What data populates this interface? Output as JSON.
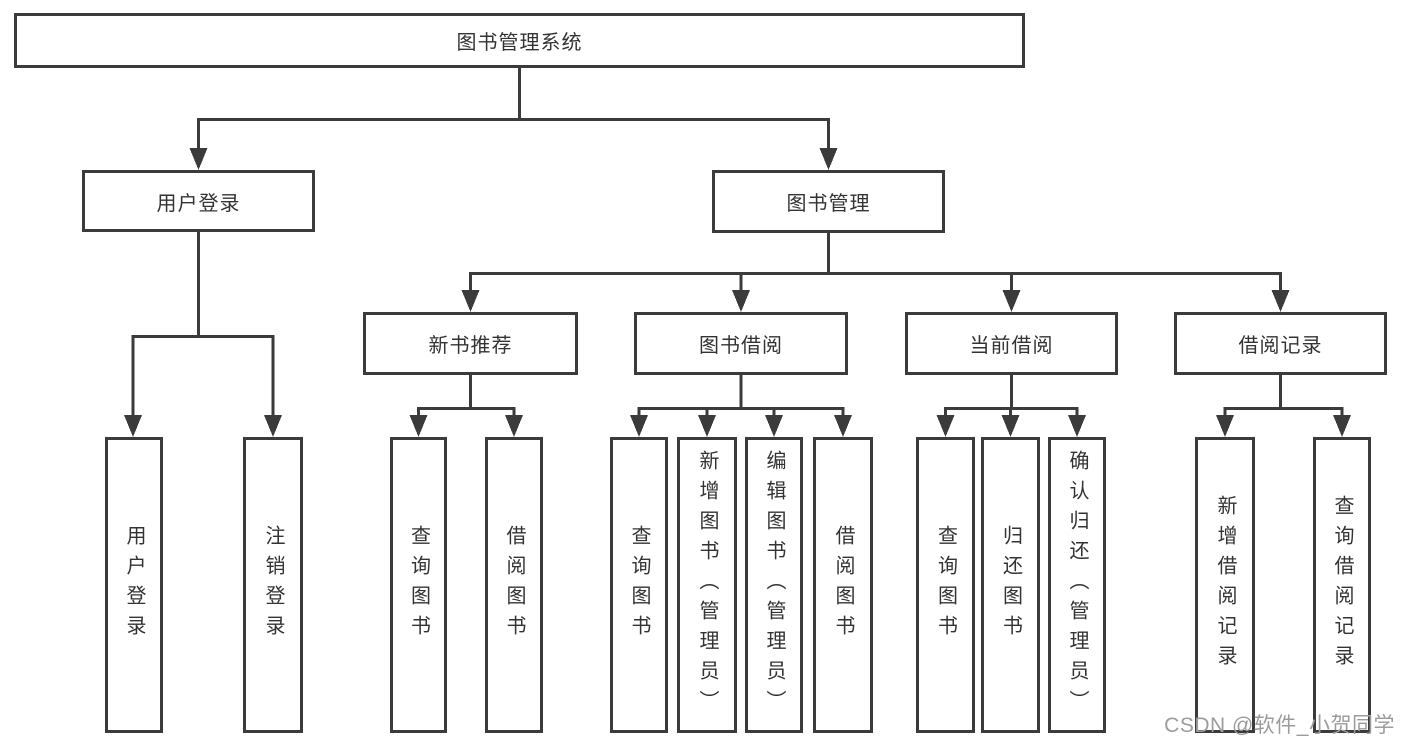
{
  "colors": {
    "line": "#3b3b3b",
    "box_border": "#3b3b3b",
    "box_background": "#ffffff",
    "text": "#333333",
    "watermark": "#9c9c9c",
    "page_background": "#ffffff"
  },
  "tree": {
    "root": {
      "label": "图书管理系统"
    },
    "level2": [
      {
        "label": "用户登录",
        "children": [
          {
            "label": "用户登录"
          },
          {
            "label": "注销登录"
          }
        ]
      },
      {
        "label": "图书管理",
        "children": [
          {
            "label": "新书推荐",
            "children": [
              {
                "label": "查询图书"
              },
              {
                "label": "借阅图书"
              }
            ]
          },
          {
            "label": "图书借阅",
            "children": [
              {
                "label": "查询图书"
              },
              {
                "label": "新增图书（管理员）"
              },
              {
                "label": "编辑图书（管理员）"
              },
              {
                "label": "借阅图书"
              }
            ]
          },
          {
            "label": "当前借阅",
            "children": [
              {
                "label": "查询图书"
              },
              {
                "label": "归还图书"
              },
              {
                "label": "确认归还（管理员）"
              }
            ]
          },
          {
            "label": "借阅记录",
            "children": [
              {
                "label": "新增借阅记录"
              },
              {
                "label": "查询借阅记录"
              }
            ]
          }
        ]
      }
    ]
  },
  "watermark": {
    "text": "CSDN @软件_小贺同学"
  }
}
